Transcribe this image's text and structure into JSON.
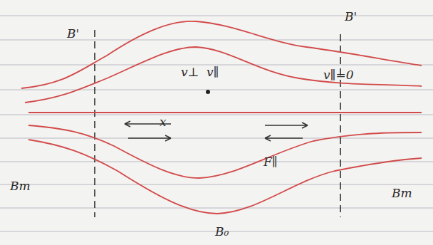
{
  "diagram": {
    "labels": [
      "B'",
      "B'",
      "v⊥",
      "v∥",
      "v∥=0",
      "x",
      "F∥",
      "Bm",
      "Bm",
      "B₀"
    ]
  }
}
